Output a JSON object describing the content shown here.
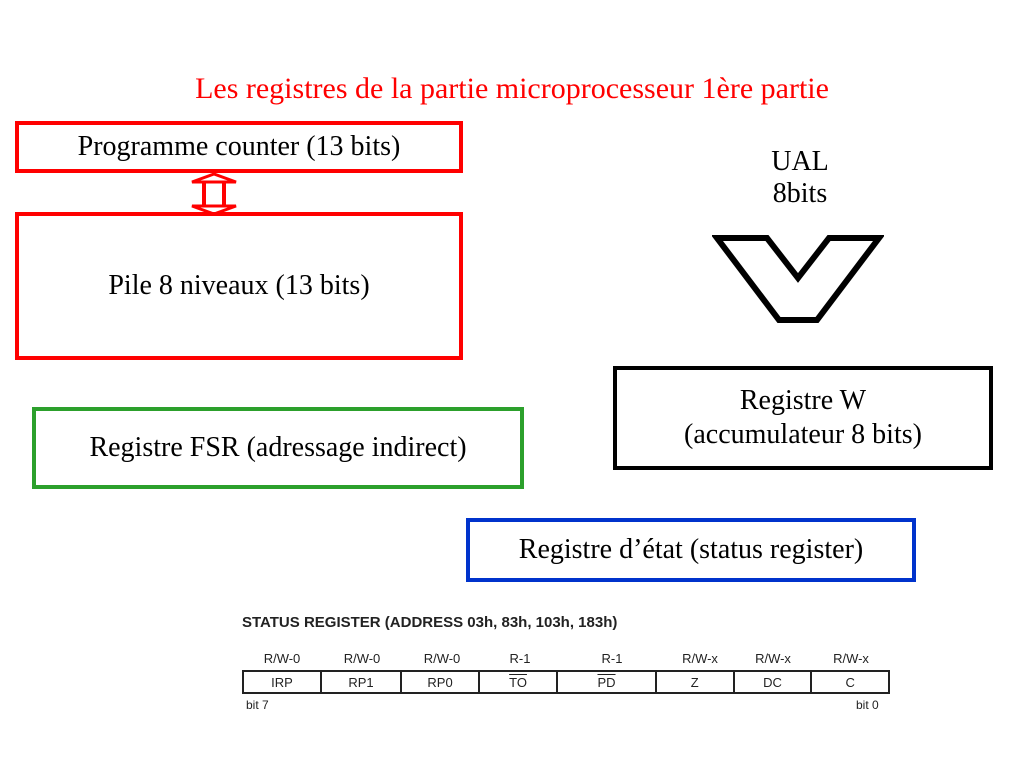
{
  "title": "Les registres de la partie microprocesseur 1ère partie",
  "boxes": {
    "program_counter": "Programme counter (13 bits)",
    "pile": "Pile 8 niveaux (13 bits)",
    "fsr": "Registre FSR (adressage indirect)",
    "registre_w_line1": "Registre W",
    "registre_w_line2": "(accumulateur 8 bits)",
    "status": "Registre d’état (status register)"
  },
  "ual": {
    "line1": "UAL",
    "line2": "8bits"
  },
  "colors": {
    "title": "#ff0000",
    "red": "#ff0000",
    "green": "#2ca02c",
    "blue": "#0033cc",
    "black": "#000000"
  },
  "status_register": {
    "title": "STATUS REGISTER (ADDRESS 03h, 83h, 103h, 183h)",
    "access": [
      "R/W-0",
      "R/W-0",
      "R/W-0",
      "R-1",
      "R-1",
      "R/W-x",
      "R/W-x",
      "R/W-x"
    ],
    "bits": [
      "IRP",
      "RP1",
      "RP0",
      "TO",
      "PD",
      "Z",
      "DC",
      "C"
    ],
    "bit_left": "bit 7",
    "bit_right": "bit 0"
  }
}
